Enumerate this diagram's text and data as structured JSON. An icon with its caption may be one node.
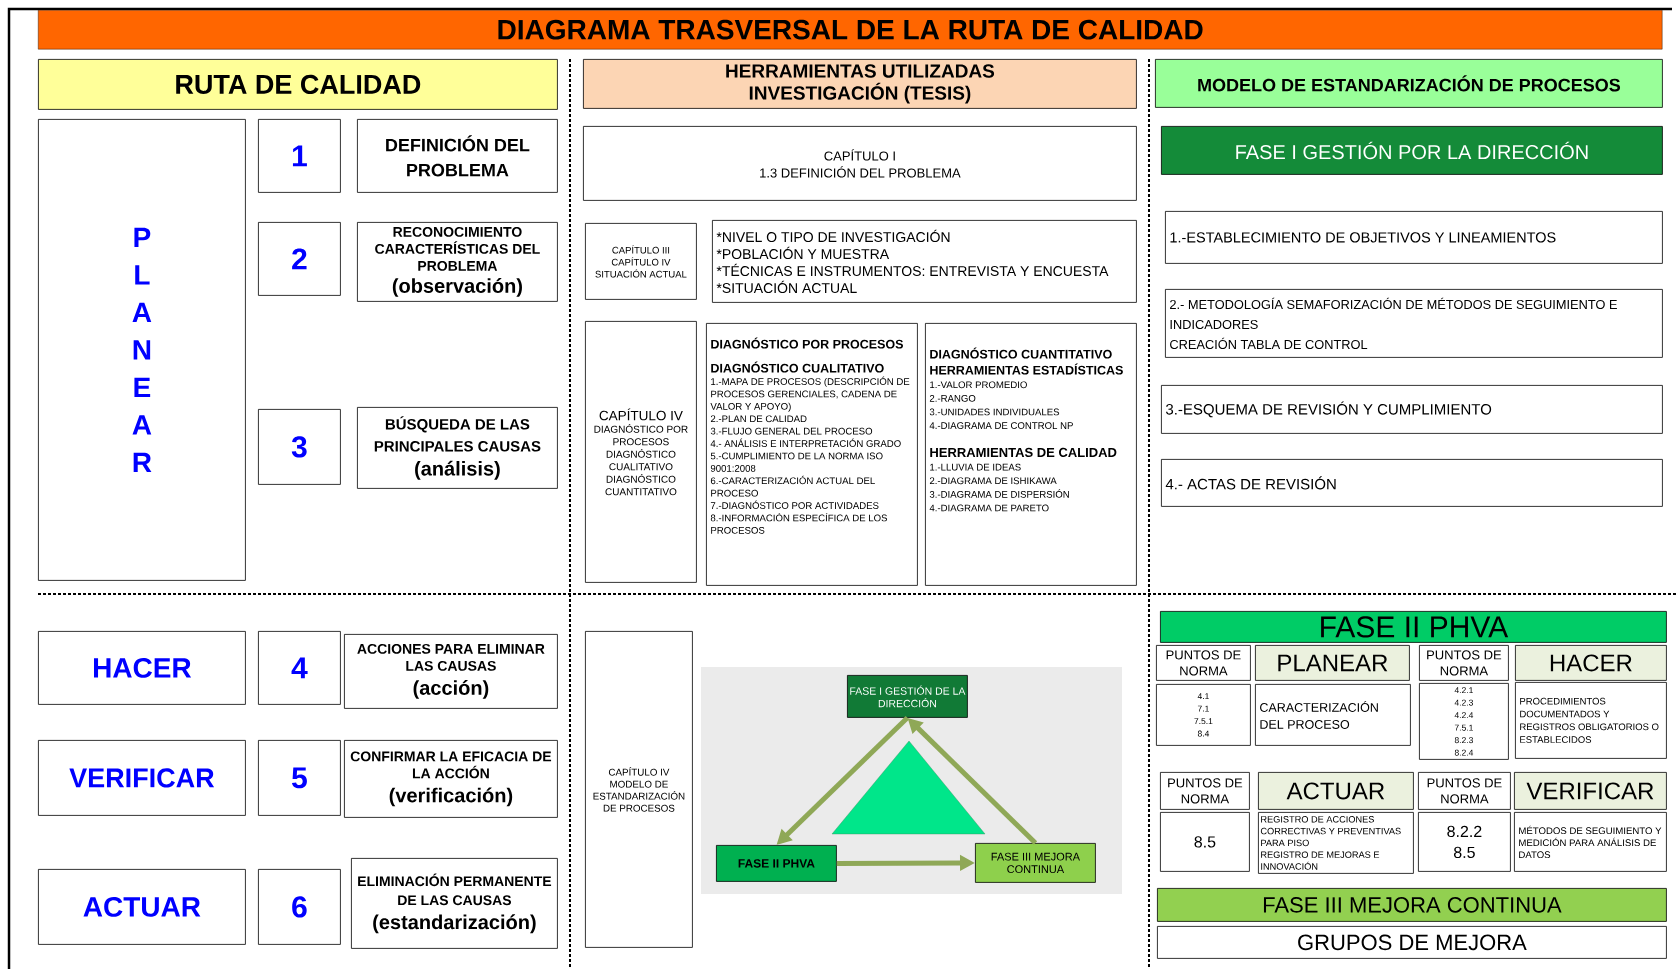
{
  "diagram": {
    "title": "DIAGRAMA TRASVERSAL DE LA RUTA DE CALIDAD",
    "nodes": [
      {
        "text": [
          "RUTA DE CALIDAD"
        ]
      },
      {
        "text": [
          "HERRAMIENTAS UTILIZADAS INVESTIGACIÓN (TESIS)"
        ]
      },
      {
        "text": [
          "MODELO DE ESTANDARIZACIÓN DE PROCESOS"
        ]
      },
      {
        "text": [
          "P L A N E A R"
        ]
      },
      {
        "text": [
          "1"
        ]
      },
      {
        "text": [
          "DEFINICIÓN DEL PROBLEMA"
        ]
      },
      {
        "text": [
          "2"
        ]
      },
      {
        "text": [
          "RECONOCIMIENTO CARACTERÍSTICAS DEL PROBLEMA",
          "(observación)"
        ]
      },
      {
        "text": [
          "3"
        ]
      },
      {
        "text": [
          "BÚSQUEDA DE LAS PRINCIPALES CAUSAS",
          "(análisis)"
        ]
      },
      {
        "text": [
          "CAPÍTULO I",
          "1.3 DEFINICIÓN DEL PROBLEMA"
        ]
      },
      {
        "text": [
          "CAPÍTULO III",
          "CAPÍTULO IV",
          "SITUACIÓN ACTUAL"
        ]
      },
      {
        "text": [
          "*NIVEL O TIPO DE INVESTIGACIÓN",
          "*POBLACIÓN Y MUESTRA",
          "*TÉCNICAS E INSTRUMENTOS: ENTREVISTA Y ENCUESTA",
          "*SITUACIÓN ACTUAL"
        ]
      },
      {
        "text": [
          "CAPÍTULO IV",
          "DIAGNÓSTICO POR PROCESOS",
          "DIAGNÓSTICO CUALITATIVO",
          "DIAGNÓSTICO CUANTITATIVO"
        ]
      },
      {
        "text": [
          "DIAGNÓSTICO POR PROCESOS",
          "DIAGNÓSTICO CUALITATIVO",
          "1.-MAPA DE PROCESOS (DESCRIPCIÓN DE PROCESOS GERENCIALES, CADENA DE VALOR Y APOYO)",
          "2.-PLAN DE CALIDAD",
          "3.-FLUJO GENERAL DEL PROCESO",
          "4.- ANÁLISIS E INTERPRETACIÓN GRADO",
          "5.-CUMPLIMIENTO DE LA NORMA ISO 9001:2008",
          "6.-CARACTERIZACIÓN ACTUAL DEL PROCESO",
          "7.-DIAGNÓSTICO POR ACTIVIDADES",
          "8.-INFORMACIÓN ESPECÍFICA DE LOS PROCESOS"
        ]
      },
      {
        "text": [
          "DIAGNÓSTICO CUANTITATIVO",
          "HERRAMIENTAS ESTADÍSTICAS",
          "1.-VALOR PROMEDIO",
          "2.-RANGO",
          "3.-UNIDADES INDIVIDUALES",
          "4.-DIAGRAMA DE CONTROL NP",
          "HERRAMIENTAS DE CALIDAD",
          "1.-LLUVIA DE IDEAS",
          "2.-DIAGRAMA DE ISHIKAWA",
          "3.-DIAGRAMA DE DISPERSIÓN",
          "4.-DIAGRAMA DE PARETO"
        ]
      },
      {
        "text": [
          "FASE I GESTIÓN POR LA DIRECCIÓN"
        ]
      },
      {
        "text": [
          "1.-ESTABLECIMIENTO DE OBJETIVOS Y LINEAMIENTOS"
        ]
      },
      {
        "text": [
          "2.- METODOLOGÍA SEMAFORIZACIÓN DE MÉTODOS DE SEGUIMIENTO E INDICADORES",
          "CREACIÓN TABLA DE CONTROL"
        ]
      },
      {
        "text": [
          "3.-ESQUEMA DE REVISIÓN Y CUMPLIMIENTO"
        ]
      },
      {
        "text": [
          "4.- ACTAS DE REVISIÓN"
        ]
      },
      {
        "text": [
          "HACER"
        ]
      },
      {
        "text": [
          "4"
        ]
      },
      {
        "text": [
          "ACCIONES PARA ELIMINAR LAS CAUSAS",
          "(acción)"
        ]
      },
      {
        "text": [
          "VERIFICAR"
        ]
      },
      {
        "text": [
          "5"
        ]
      },
      {
        "text": [
          "CONFIRMAR LA EFICACIA DE LA ACCIÓN",
          "(verificación)"
        ]
      },
      {
        "text": [
          "ACTUAR"
        ]
      },
      {
        "text": [
          "6"
        ]
      },
      {
        "text": [
          "ELIMINACIÓN PERMANENTE DE LAS CAUSAS",
          "(estandarización)"
        ]
      },
      {
        "text": [
          "CAPÍTULO IV",
          "MODELO DE ESTANDARIZACIÓN DE PROCESOS"
        ]
      },
      {
        "text": [
          "FASE I GESTIÓN DE LA DIRECCIÓN"
        ]
      },
      {
        "text": [
          "FASE II PHVA"
        ]
      },
      {
        "text": [
          "FASE III MEJORA CONTINUA"
        ]
      },
      {
        "text": [
          "FASE II PHVA"
        ]
      },
      {
        "text": [
          "PUNTOS DE NORMA"
        ]
      },
      {
        "text": [
          "PLANEAR"
        ]
      },
      {
        "text": [
          "PUNTOS DE NORMA"
        ]
      },
      {
        "text": [
          "HACER"
        ]
      },
      {
        "text": [
          "4.1",
          "7.1",
          "7.5.1",
          "8.4"
        ]
      },
      {
        "text": [
          "CARACTERIZACIÓN DEL PROCESO"
        ]
      },
      {
        "text": [
          "4.2.1",
          "4.2.3",
          "4.2.4",
          "7.5.1",
          "8.2.3",
          "8.2.4"
        ]
      },
      {
        "text": [
          "PROCEDIMIENTOS DOCUMENTADOS Y REGISTROS OBLIGATORIOS O ESTABLECIDOS"
        ]
      },
      {
        "text": [
          "PUNTOS DE NORMA"
        ]
      },
      {
        "text": [
          "ACTUAR"
        ]
      },
      {
        "text": [
          "PUNTOS DE NORMA"
        ]
      },
      {
        "text": [
          "VERIFICAR"
        ]
      },
      {
        "text": [
          "8.5"
        ]
      },
      {
        "text": [
          "REGISTRO DE ACCIONES CORRECTIVAS Y PREVENTIVAS PARA PISO",
          "REGISTRO DE MEJORAS E INNOVACIÓN"
        ]
      },
      {
        "text": [
          "8.2.2",
          "8.5"
        ]
      },
      {
        "text": [
          "MÉTODOS DE SEGUIMIENTO Y MEDICIÓN PARA ANÁLISIS DE DATOS"
        ]
      },
      {
        "text": [
          "FASE III MEJORA CONTINUA"
        ]
      },
      {
        "text": [
          "GRUPOS DE MEJORA"
        ]
      }
    ],
    "edges": [
      {
        "from": 31,
        "to": 32,
        "arrow": "to"
      },
      {
        "from": 32,
        "to": 33,
        "arrow": "to"
      },
      {
        "from": 33,
        "to": 31,
        "arrow": "to"
      }
    ]
  }
}
